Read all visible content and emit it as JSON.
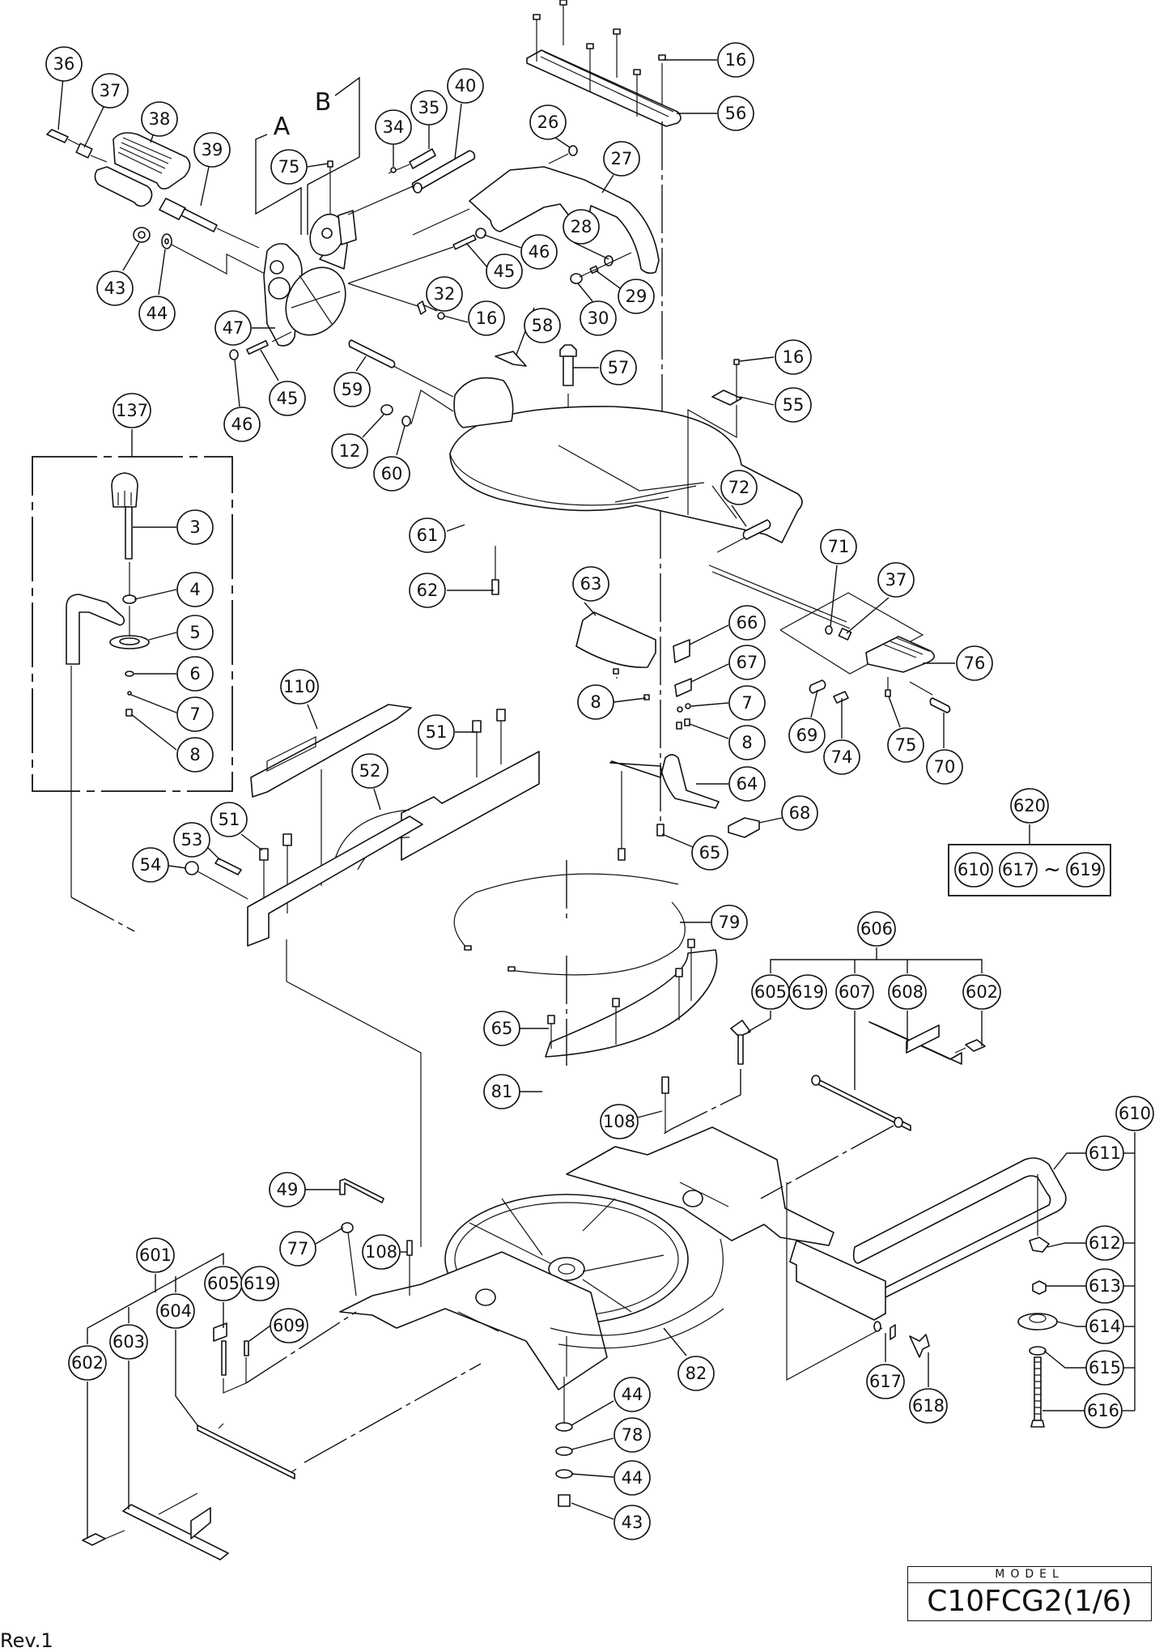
{
  "document": {
    "type": "exploded parts diagram",
    "model_label": "MODEL",
    "model_value": "C10FCG2(1/6)",
    "revision": "Rev.1",
    "section_labels": [
      "A",
      "B"
    ]
  },
  "callouts": [
    {
      "id": "36"
    },
    {
      "id": "37"
    },
    {
      "id": "38"
    },
    {
      "id": "39"
    },
    {
      "id": "75"
    },
    {
      "id": "34"
    },
    {
      "id": "35"
    },
    {
      "id": "40"
    },
    {
      "id": "26"
    },
    {
      "id": "27"
    },
    {
      "id": "16"
    },
    {
      "id": "56"
    },
    {
      "id": "28"
    },
    {
      "id": "46"
    },
    {
      "id": "45"
    },
    {
      "id": "29"
    },
    {
      "id": "30"
    },
    {
      "id": "32"
    },
    {
      "id": "16"
    },
    {
      "id": "43"
    },
    {
      "id": "44"
    },
    {
      "id": "47"
    },
    {
      "id": "58"
    },
    {
      "id": "57"
    },
    {
      "id": "45"
    },
    {
      "id": "46"
    },
    {
      "id": "59"
    },
    {
      "id": "12"
    },
    {
      "id": "60"
    },
    {
      "id": "16"
    },
    {
      "id": "55"
    },
    {
      "id": "137"
    },
    {
      "id": "3"
    },
    {
      "id": "4"
    },
    {
      "id": "5"
    },
    {
      "id": "6"
    },
    {
      "id": "7"
    },
    {
      "id": "8"
    },
    {
      "id": "61"
    },
    {
      "id": "62"
    },
    {
      "id": "72"
    },
    {
      "id": "63"
    },
    {
      "id": "71"
    },
    {
      "id": "37"
    },
    {
      "id": "66"
    },
    {
      "id": "67"
    },
    {
      "id": "76"
    },
    {
      "id": "8"
    },
    {
      "id": "7"
    },
    {
      "id": "8"
    },
    {
      "id": "69"
    },
    {
      "id": "74"
    },
    {
      "id": "75"
    },
    {
      "id": "70"
    },
    {
      "id": "64"
    },
    {
      "id": "68"
    },
    {
      "id": "65"
    },
    {
      "id": "110"
    },
    {
      "id": "51"
    },
    {
      "id": "52"
    },
    {
      "id": "51"
    },
    {
      "id": "53"
    },
    {
      "id": "54"
    },
    {
      "id": "620"
    },
    {
      "id": "610"
    },
    {
      "id": "617"
    },
    {
      "id": "619"
    },
    {
      "id": "79"
    },
    {
      "id": "606"
    },
    {
      "id": "605"
    },
    {
      "id": "619"
    },
    {
      "id": "607"
    },
    {
      "id": "608"
    },
    {
      "id": "602"
    },
    {
      "id": "65"
    },
    {
      "id": "81"
    },
    {
      "id": "108"
    },
    {
      "id": "610"
    },
    {
      "id": "611"
    },
    {
      "id": "49"
    },
    {
      "id": "77"
    },
    {
      "id": "108"
    },
    {
      "id": "601"
    },
    {
      "id": "605"
    },
    {
      "id": "619"
    },
    {
      "id": "604"
    },
    {
      "id": "609"
    },
    {
      "id": "612"
    },
    {
      "id": "613"
    },
    {
      "id": "614"
    },
    {
      "id": "603"
    },
    {
      "id": "602"
    },
    {
      "id": "82"
    },
    {
      "id": "615"
    },
    {
      "id": "616"
    },
    {
      "id": "617"
    },
    {
      "id": "618"
    },
    {
      "id": "44"
    },
    {
      "id": "78"
    },
    {
      "id": "44"
    },
    {
      "id": "43"
    }
  ],
  "groups": {
    "kit_620": {
      "label": "620",
      "members": [
        "610",
        "617",
        "619"
      ],
      "range_symbol": "~"
    },
    "kit_606": {
      "label": "606",
      "members": [
        "605",
        "619",
        "607",
        "608",
        "602"
      ]
    },
    "kit_610": {
      "label": "610",
      "members": [
        "611",
        "612",
        "613",
        "614",
        "615",
        "616"
      ]
    },
    "kit_601": {
      "label": "601",
      "members": [
        "602",
        "603",
        "604",
        "605",
        "619"
      ]
    },
    "kit_137": {
      "label": "137",
      "members": [
        "3",
        "4",
        "5",
        "6",
        "7",
        "8"
      ]
    }
  }
}
